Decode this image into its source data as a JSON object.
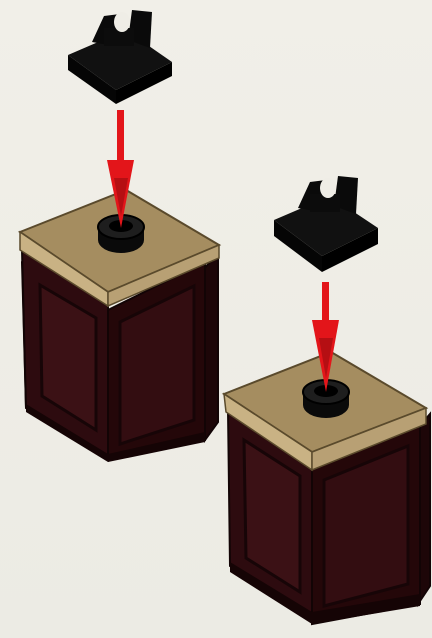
{
  "scene": {
    "background": "#efede6",
    "colors": {
      "crate_top": "#a58d60",
      "crate_top_edge": "#c9b284",
      "crate_body": "#2a0a0d",
      "crate_panel": "#3b1115",
      "crate_outline": "#120405",
      "plate": "#0b0b0b",
      "peg": "#050505",
      "arrow": "#e3151a"
    },
    "components": [
      {
        "name": "crate-left",
        "icon": "crate-icon"
      },
      {
        "name": "crate-right",
        "icon": "crate-icon"
      },
      {
        "name": "plate-left",
        "icon": "clip-plate-icon"
      },
      {
        "name": "plate-right",
        "icon": "clip-plate-icon"
      },
      {
        "name": "arrow-left",
        "icon": "arrow-down-icon"
      },
      {
        "name": "arrow-right",
        "icon": "arrow-down-icon"
      }
    ]
  }
}
